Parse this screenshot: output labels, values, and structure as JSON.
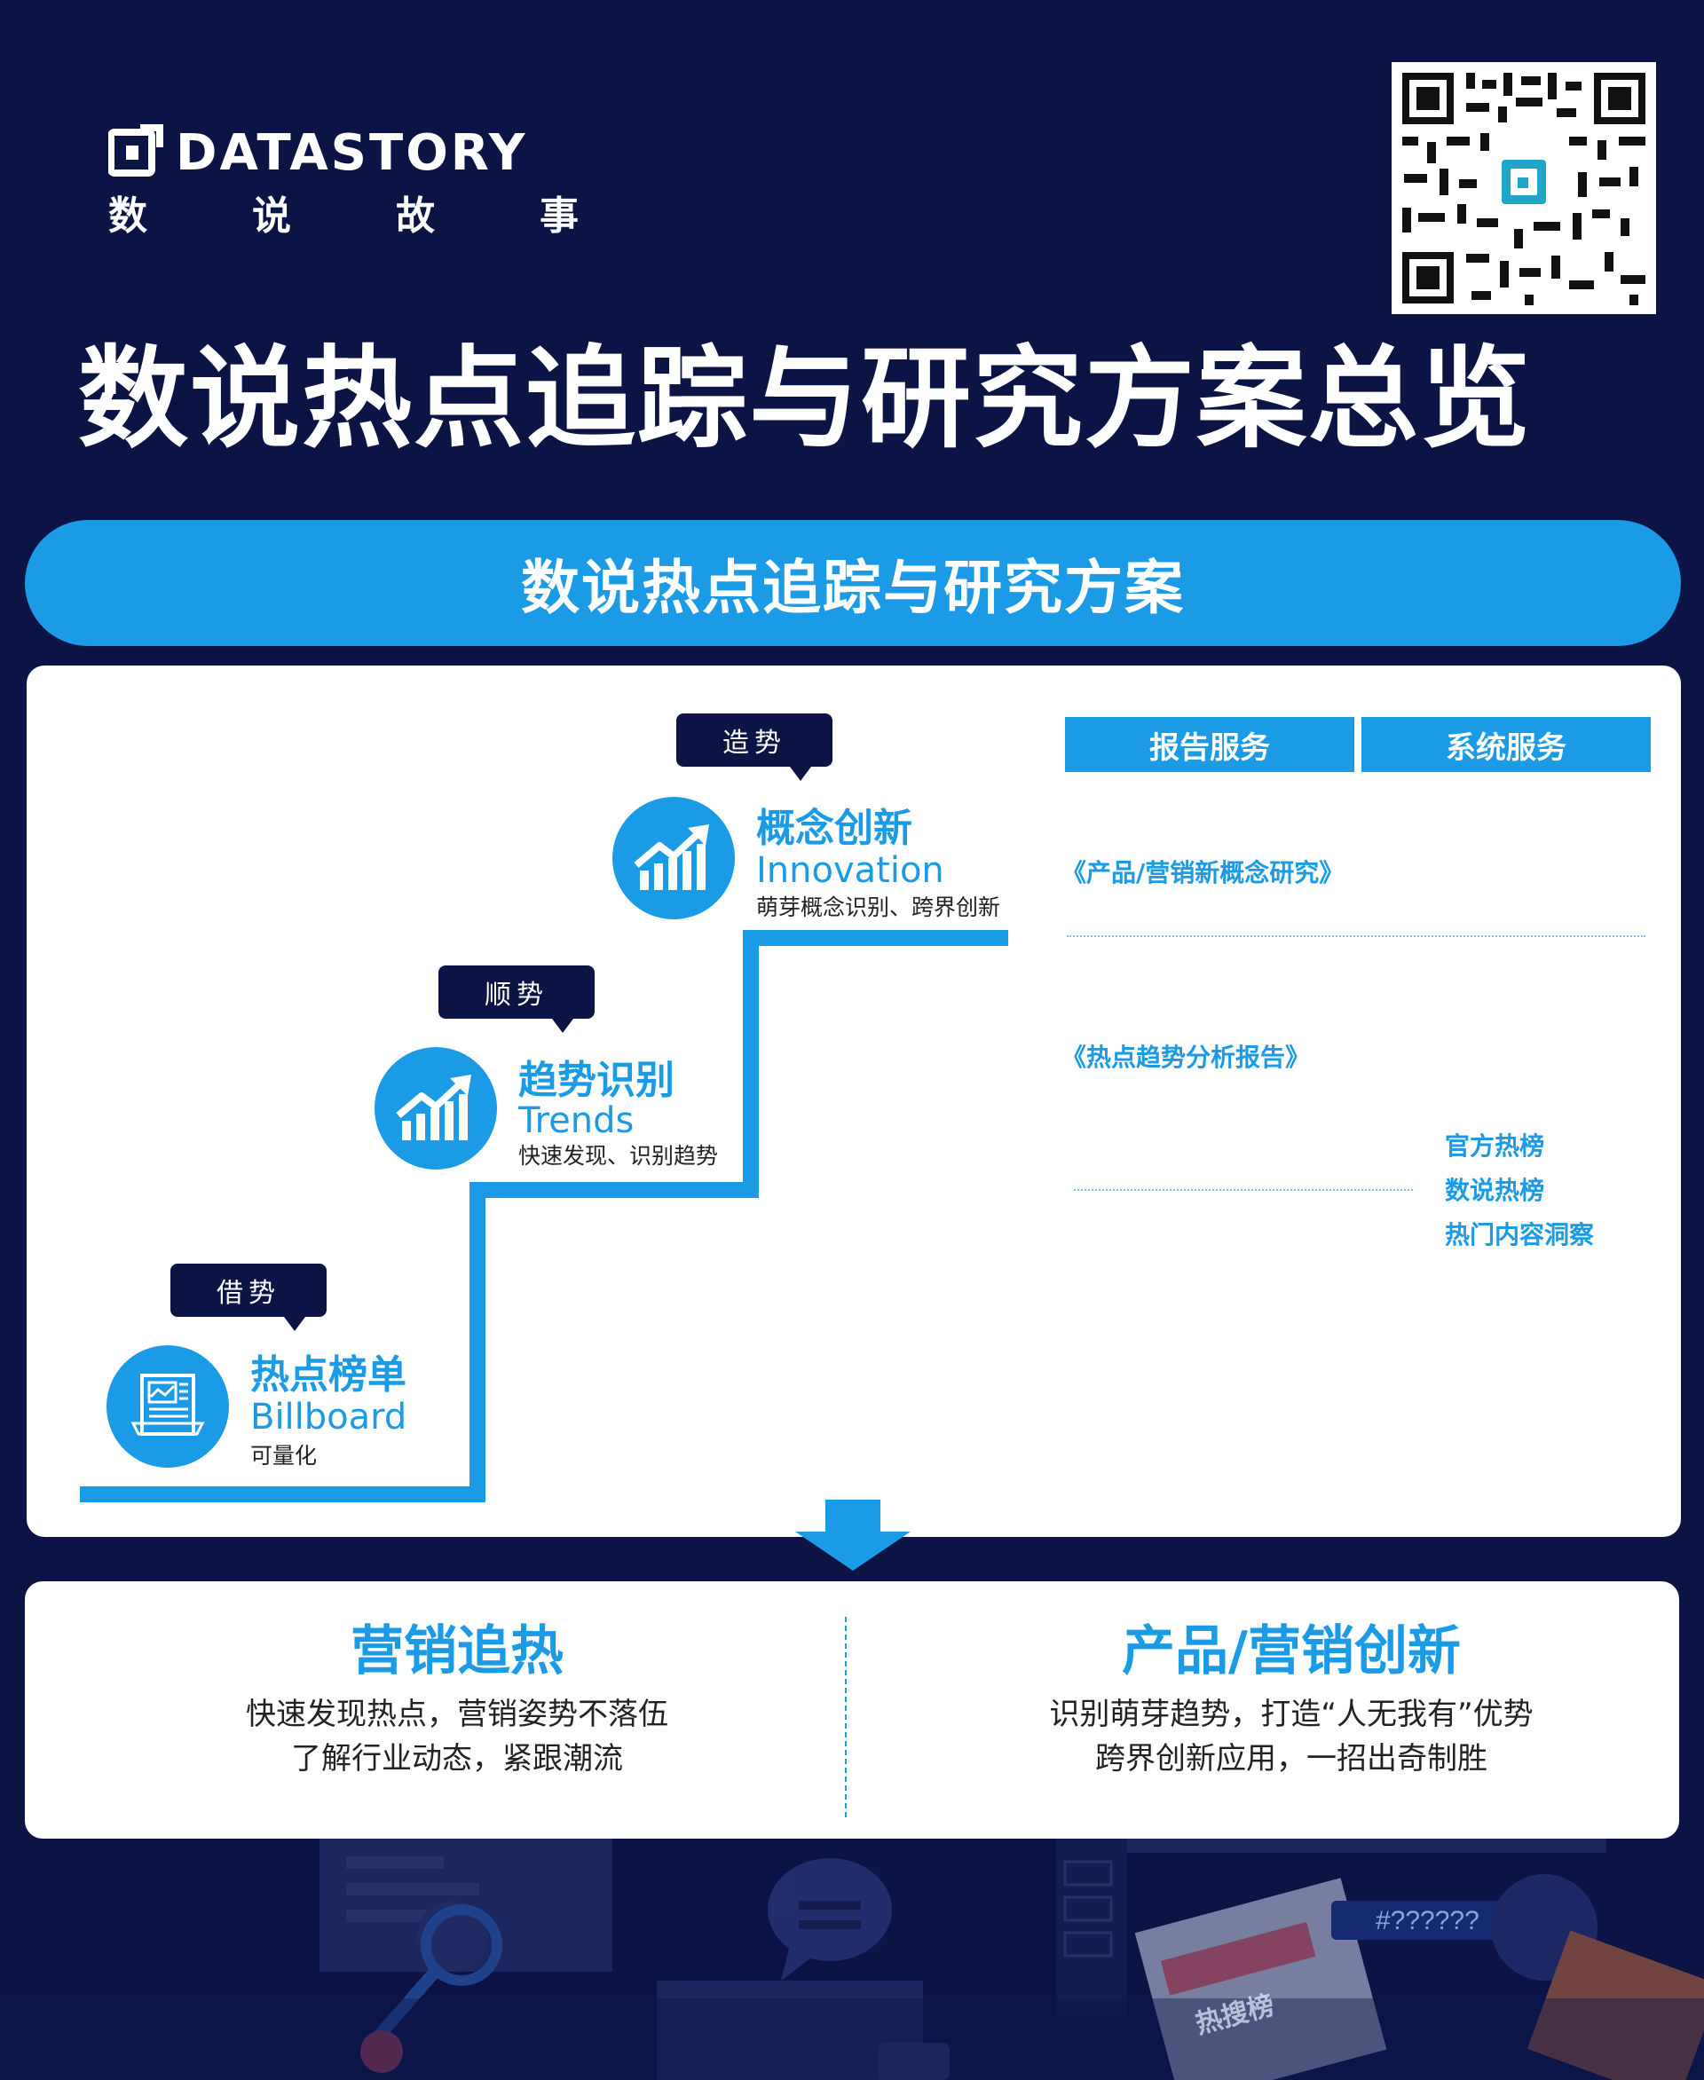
{
  "header": {
    "logo_en": "DATASTORY",
    "logo_cn": [
      "数",
      "说",
      "故",
      "事"
    ],
    "title": "数说热点追踪与研究方案总览"
  },
  "banner": {
    "label": "数说热点追踪与研究方案"
  },
  "steps": [
    {
      "tag": "借势",
      "title": "热点榜单",
      "subtitle": "Billboard",
      "desc": "可量化"
    },
    {
      "tag": "顺势",
      "title": "趋势识别",
      "subtitle": "Trends",
      "desc": "快速发现、识别趋势"
    },
    {
      "tag": "造势",
      "title": "概念创新",
      "subtitle": "Innovation",
      "desc": "萌芽概念识别、跨界创新"
    }
  ],
  "services": {
    "headers": [
      "报告服务",
      "系统服务"
    ],
    "reports": [
      "《产品/营销新概念研究》",
      "《热点趋势分析报告》"
    ],
    "systems": [
      "官方热榜",
      "数说热榜",
      "热门内容洞察"
    ]
  },
  "benefits": [
    {
      "title": "营销追热",
      "lines": [
        "快速发现热点，营销姿势不落伍",
        "了解行业动态，紧跟潮流"
      ]
    },
    {
      "title": "产品/营销创新",
      "lines": [
        "识别萌芽趋势，打造“人无我有”优势",
        "跨界创新应用，一招出奇制胜"
      ]
    }
  ],
  "decor": {
    "hashtag": "#??????",
    "sticker": "热搜榜"
  },
  "colors": {
    "background": "#0c1445",
    "accent": "#1b9be6",
    "panel": "#ffffff"
  }
}
